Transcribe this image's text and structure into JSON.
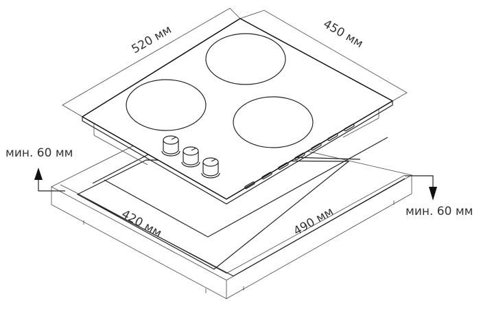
{
  "diagram": {
    "subject": "Built-in hob installation dimensions",
    "hob": {
      "width_label": "520 мм",
      "depth_label": "450 мм",
      "burners": 3,
      "knobs": 3
    },
    "cutout": {
      "depth_label": "420 мм",
      "width_label": "490 мм"
    },
    "clearances": {
      "back_label": "мин. 60 мм",
      "side_label": "мин. 60 мм"
    },
    "colors": {
      "line": "#222222",
      "text": "#333333",
      "background": "#ffffff"
    }
  }
}
